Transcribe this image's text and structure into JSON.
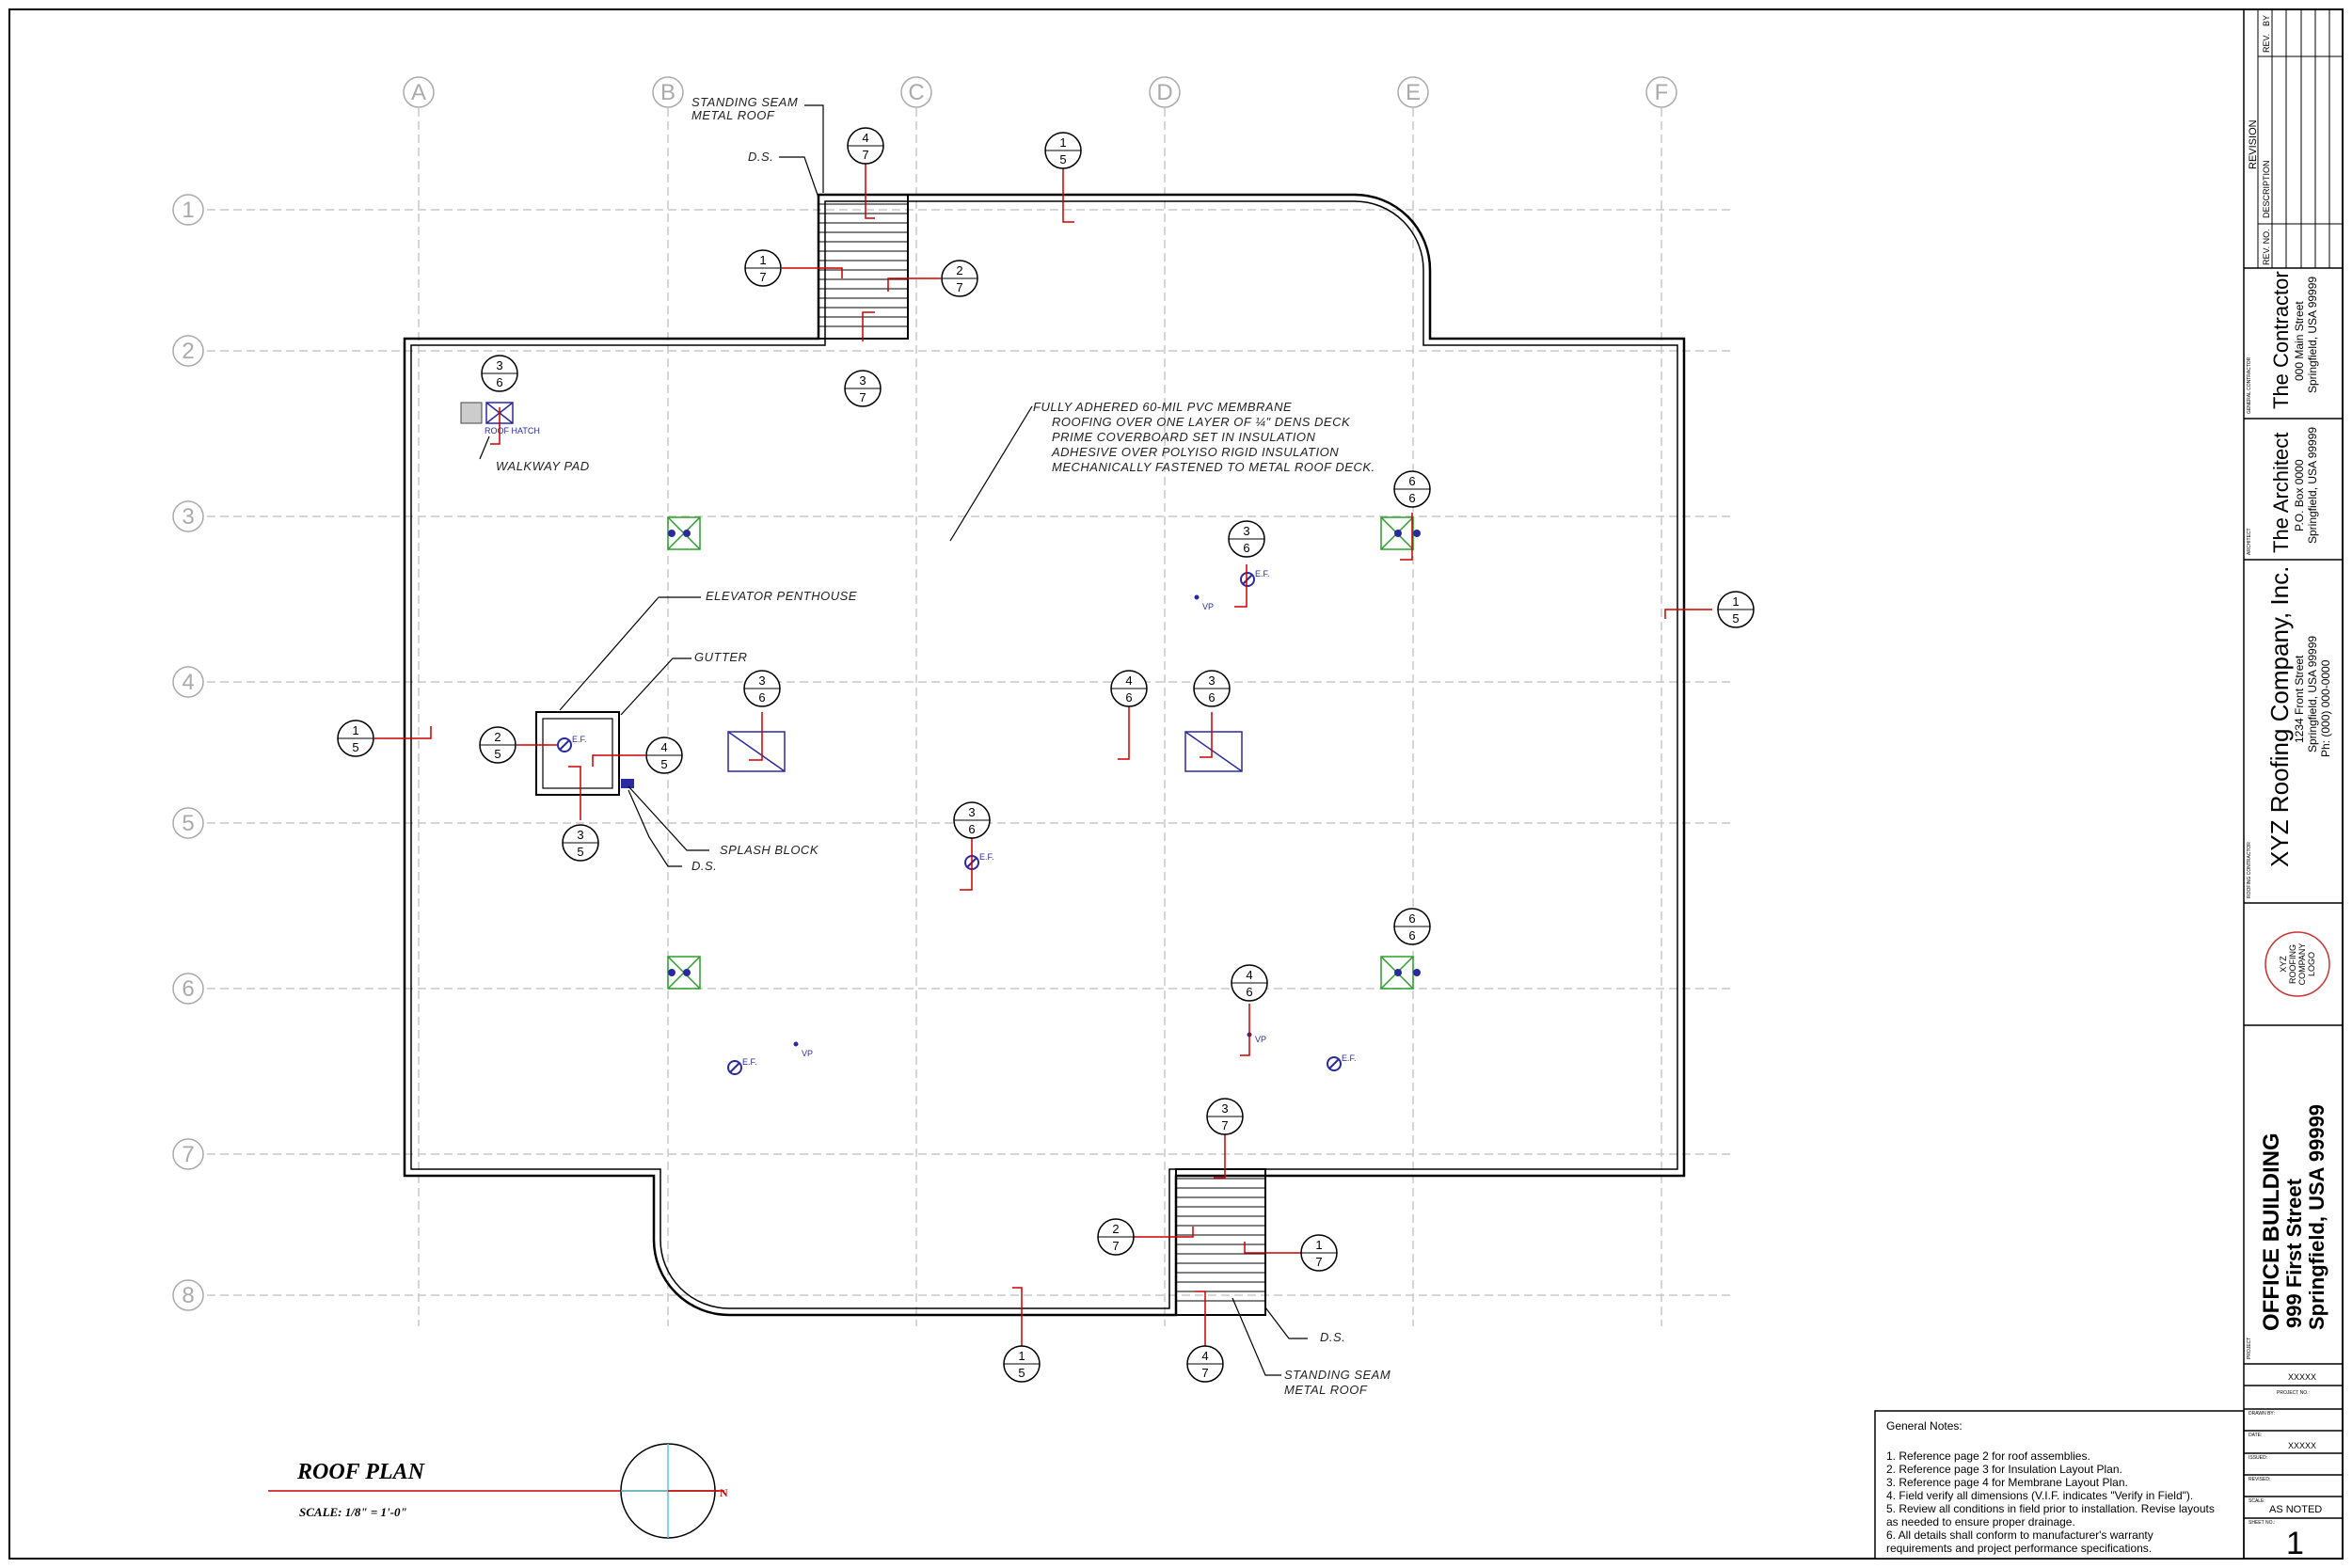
{
  "grid": {
    "columns": [
      "A",
      "B",
      "C",
      "D",
      "E",
      "F"
    ],
    "rows": [
      "1",
      "2",
      "3",
      "4",
      "5",
      "6",
      "7",
      "8"
    ]
  },
  "annotations": {
    "standing_seam_top": [
      "STANDING SEAM",
      "METAL ROOF"
    ],
    "ds": "D.S.",
    "membrane_note": [
      "FULLY ADHERED 60-MIL PVC MEMBRANE",
      "ROOFING OVER ONE LAYER OF ¼\" DENS DECK",
      "PRIME COVERBOARD SET IN INSULATION",
      "ADHESIVE OVER POLYISO RIGID INSULATION",
      "MECHANICALLY FASTENED TO METAL ROOF DECK."
    ],
    "roof_hatch": "ROOF HATCH",
    "walkway_pad": "WALKWAY PAD",
    "elevator_penthouse": "ELEVATOR PENTHOUSE",
    "gutter": "GUTTER",
    "splash_block": "SPLASH BLOCK",
    "ef": "E.F.",
    "vp": "VP",
    "standing_seam_bottom": [
      "STANDING SEAM",
      "METAL ROOF"
    ]
  },
  "tags": [
    {
      "top": "4",
      "bottom": "7"
    },
    {
      "top": "1",
      "bottom": "5"
    },
    {
      "top": "1",
      "bottom": "7"
    },
    {
      "top": "2",
      "bottom": "7"
    },
    {
      "top": "3",
      "bottom": "7"
    },
    {
      "top": "3",
      "bottom": "6"
    },
    {
      "top": "6",
      "bottom": "6"
    },
    {
      "top": "3",
      "bottom": "6"
    },
    {
      "top": "1",
      "bottom": "5"
    },
    {
      "top": "1",
      "bottom": "5"
    },
    {
      "top": "2",
      "bottom": "5"
    },
    {
      "top": "4",
      "bottom": "5"
    },
    {
      "top": "3",
      "bottom": "5"
    },
    {
      "top": "3",
      "bottom": "6"
    },
    {
      "top": "4",
      "bottom": "6"
    },
    {
      "top": "3",
      "bottom": "6"
    },
    {
      "top": "3",
      "bottom": "6"
    },
    {
      "top": "6",
      "bottom": "6"
    },
    {
      "top": "4",
      "bottom": "6"
    },
    {
      "top": "3",
      "bottom": "7"
    },
    {
      "top": "2",
      "bottom": "7"
    },
    {
      "top": "1",
      "bottom": "7"
    },
    {
      "top": "1",
      "bottom": "5"
    },
    {
      "top": "4",
      "bottom": "7"
    }
  ],
  "plan_title": {
    "title": "ROOF PLAN",
    "scale": "SCALE:  1/8\" = 1'-0\"",
    "north": "N"
  },
  "general_notes": {
    "heading": "General Notes:",
    "lines": [
      "1.  Reference page 2 for roof assemblies.",
      "2.  Reference page 3 for Insulation Layout Plan.",
      "3.  Reference page 4 for Membrane Layout Plan.",
      "4.  Field verify all dimensions (V.I.F. indicates \"Verify in Field\").",
      "5.  Review all conditions in field prior to installation.  Revise layouts",
      "as needed to ensure proper drainage.",
      "6.  All details shall conform to manufacturer's warranty",
      "requirements and project performance specifications."
    ]
  },
  "title_block": {
    "revision": "REVISION",
    "rev_no": "REV. NO.",
    "description": "DESCRIPTION",
    "rev": "REV.",
    "by": "BY",
    "contractor_label": "GENERAL CONTRACTOR",
    "contractor_name": "The  Contractor",
    "contractor_addr1": "000 Main Street",
    "contractor_addr2": "Springfield, USA 99999",
    "architect_label": "ARCHITECT",
    "architect_name": "The  Architect",
    "architect_addr1": "P.O. Box 0000",
    "architect_addr2": "Springfield, USA 99999",
    "roofing_label": "ROOFING CONTRACTOR",
    "company_name": "XYZ Roofing Company, Inc.",
    "company_addr1": "1234 Front Street",
    "company_addr2": "Springfield, USA 99999",
    "company_phone": "Ph: (000) 000-0000",
    "logo": [
      "XYZ",
      "ROOFING",
      "COMPANY",
      "LOGO"
    ],
    "project_label": "PROJECT",
    "project_name": "OFFICE BUILDING",
    "project_addr1": "999 First Street",
    "project_addr2": "Springfield, USA 99999",
    "project_no_label": "PROJECT NO.:",
    "project_no": "XXXXX",
    "drawn_by_label": "DRAWN BY:",
    "date_label": "DATE:",
    "date": "XXXXX",
    "issued_label": "ISSUED:",
    "revised_label": "REVISED:",
    "scale_label": "SCALE:",
    "scale": "AS  NOTED",
    "sheet_label": "SHEET NO.:",
    "sheet": "1"
  }
}
